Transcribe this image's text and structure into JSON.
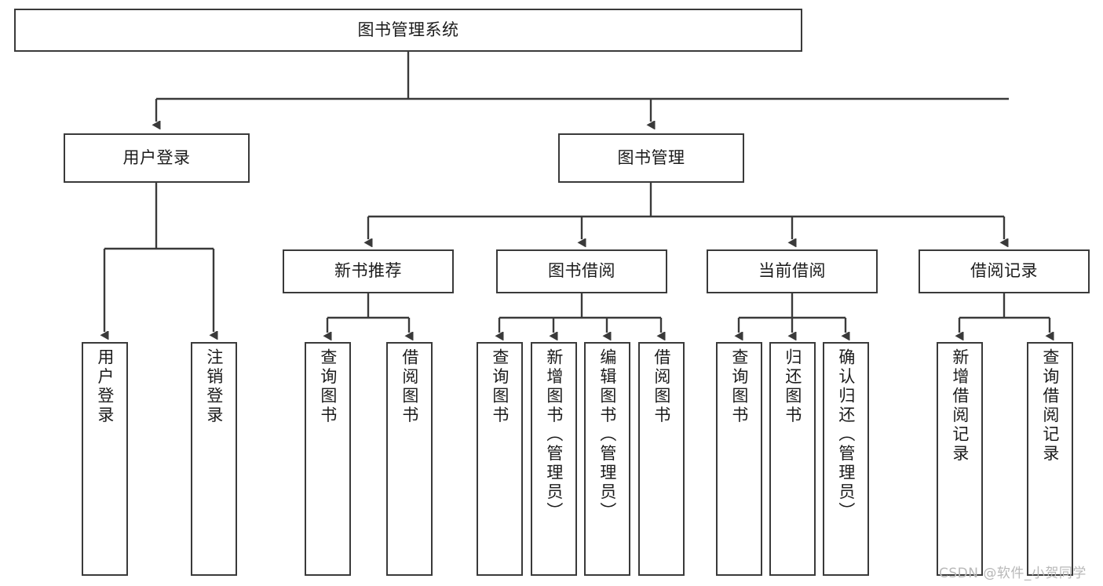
{
  "diagram": {
    "title": "图书管理系统",
    "type": "tree-hierarchy",
    "root": {
      "id": "root",
      "label": "图书管理系统"
    },
    "level2": [
      {
        "id": "user-login",
        "label": "用户登录"
      },
      {
        "id": "book-manage",
        "label": "图书管理"
      }
    ],
    "level3": [
      {
        "id": "new-book-rec",
        "label": "新书推荐",
        "parent": "book-manage"
      },
      {
        "id": "book-borrow",
        "label": "图书借阅",
        "parent": "book-manage"
      },
      {
        "id": "current-borrow",
        "label": "当前借阅",
        "parent": "book-manage"
      },
      {
        "id": "borrow-record",
        "label": "借阅记录",
        "parent": "book-manage"
      }
    ],
    "leaves": [
      {
        "id": "leaf-user-login",
        "label": "用户登录",
        "parent": "user-login"
      },
      {
        "id": "leaf-logout-login",
        "label": "注销登录",
        "parent": "user-login"
      },
      {
        "id": "leaf-query-book-1",
        "label": "查询图书",
        "parent": "new-book-rec"
      },
      {
        "id": "leaf-borrow-book-1",
        "label": "借阅图书",
        "parent": "new-book-rec"
      },
      {
        "id": "leaf-query-book-2",
        "label": "查询图书",
        "parent": "book-borrow"
      },
      {
        "id": "leaf-add-book",
        "label": "新增图书（管理员）",
        "parent": "book-borrow"
      },
      {
        "id": "leaf-edit-book",
        "label": "编辑图书（管理员）",
        "parent": "book-borrow"
      },
      {
        "id": "leaf-borrow-book-2",
        "label": "借阅图书",
        "parent": "book-borrow"
      },
      {
        "id": "leaf-query-book-3",
        "label": "查询图书",
        "parent": "current-borrow"
      },
      {
        "id": "leaf-return-book",
        "label": "归还图书",
        "parent": "current-borrow"
      },
      {
        "id": "leaf-confirm-return",
        "label": "确认归还（管理员）",
        "parent": "current-borrow"
      },
      {
        "id": "leaf-add-record",
        "label": "新增借阅记录",
        "parent": "borrow-record"
      },
      {
        "id": "leaf-query-record",
        "label": "查询借阅记录",
        "parent": "borrow-record"
      }
    ],
    "watermark": "CSDN @软件_小贺同学",
    "colors": {
      "stroke": "#3a3a3a",
      "background": "#ffffff",
      "text": "#1b1b1b",
      "watermark": "#b8b8b8"
    }
  }
}
